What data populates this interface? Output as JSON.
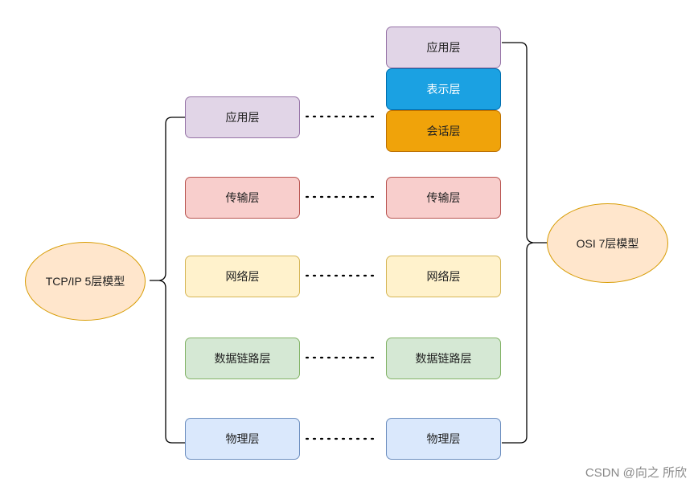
{
  "tcp_model": {
    "title": "TCP/IP 5层模型",
    "layers": [
      "应用层",
      "传输层",
      "网络层",
      "数据链路层",
      "物理层"
    ]
  },
  "osi_model": {
    "title": "OSI 7层模型",
    "layers": [
      "应用层",
      "表示层",
      "会话层",
      "传输层",
      "网络层",
      "数据链路层",
      "物理层"
    ]
  },
  "watermark": "CSDN @向之 所欣"
}
